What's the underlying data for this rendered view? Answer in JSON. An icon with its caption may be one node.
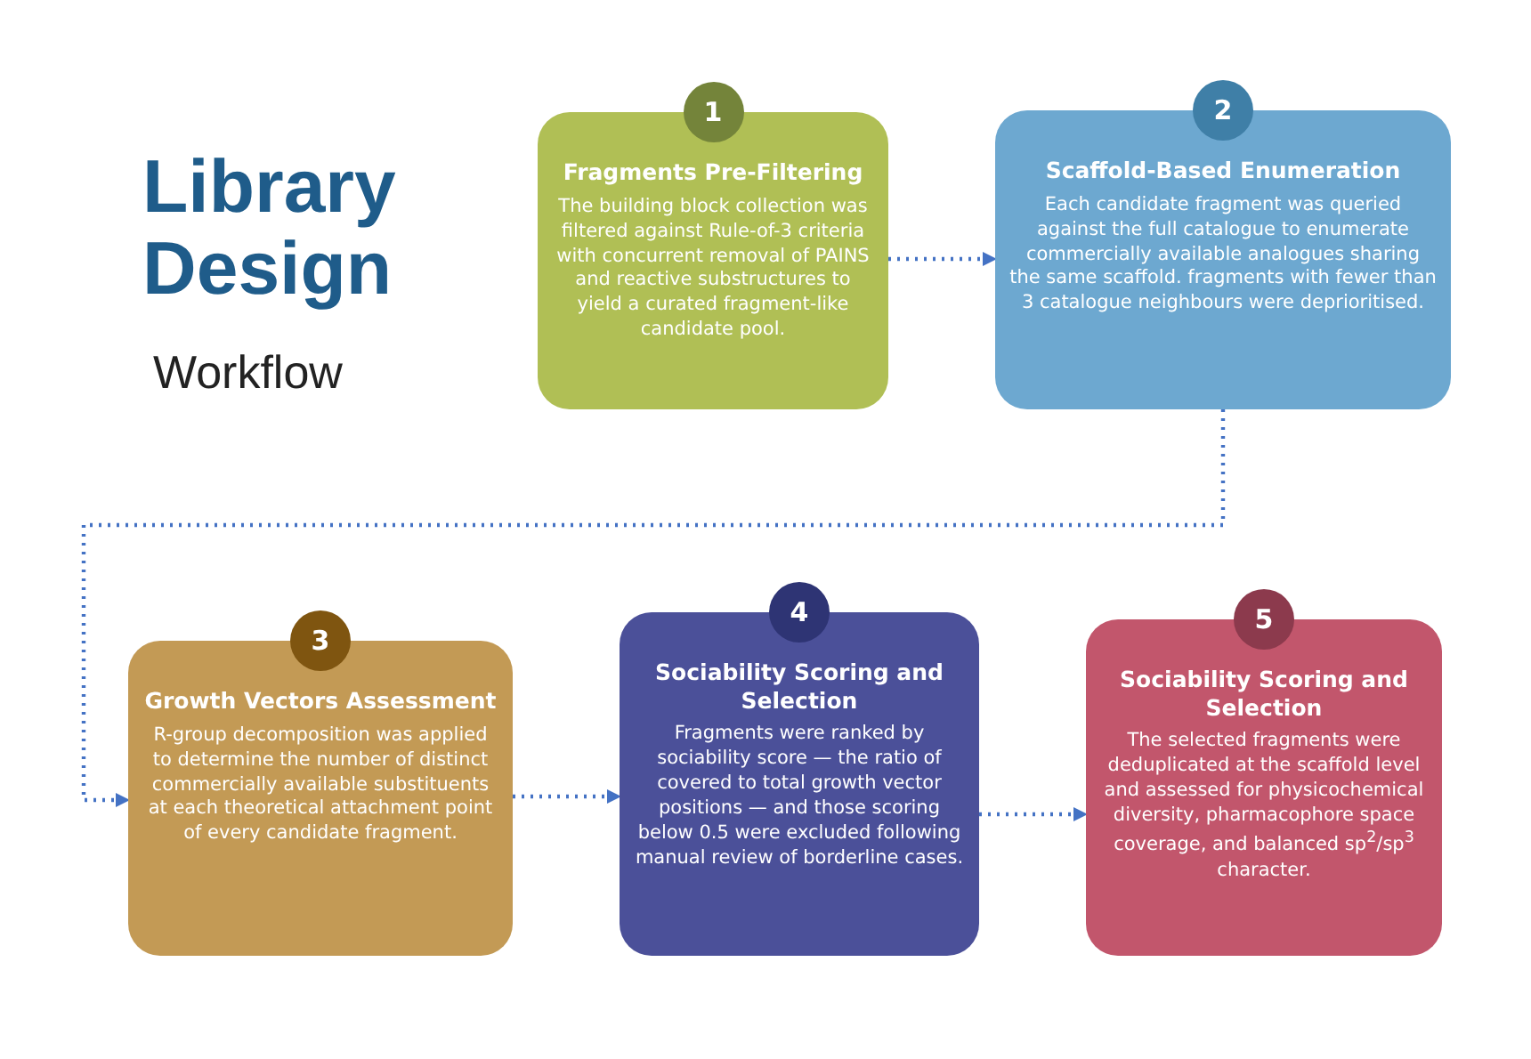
{
  "diagram": {
    "title": "Library Design",
    "nodes": [
      {
        "text": [
          "1"
        ]
      },
      {
        "text": [
          "Fragments Pre-Filtering",
          "The building block collection was filtered against Rule-of-3 criteria with concurrent removal of PAINS and reactive substructures to yield a curated fragment-like candidate pool."
        ]
      },
      {
        "text": [
          "2"
        ]
      },
      {
        "text": [
          "Scaffold-Based Enumeration",
          "Each candidate fragment was queried against the full catalogue to enumerate commercially available analogues sharing the same scaffold. fragments with fewer than 3 catalogue neighbours were deprioritised."
        ]
      },
      {
        "text": [
          "3"
        ]
      },
      {
        "text": [
          "Growth Vectors Assessment",
          "R-group decomposition was applied to determine the number of distinct commercially available substituents at each theoretical attachment point of every candidate fragment."
        ]
      },
      {
        "text": [
          "4"
        ]
      },
      {
        "text": [
          "Sociability Scoring and Selection",
          "Fragments were ranked by sociability score — the ratio of covered to total growth vector positions — and those scoring below 0.5 were excluded following manual review of borderline cases."
        ]
      },
      {
        "text": [
          "5"
        ]
      },
      {
        "text": [
          "Sociability Scoring and Selection",
          "The selected fragments were deduplicated at the scaffold level and assessed for physicochemical diversity, pharmacophore space coverage, and balanced sp$^{2}$/sp$^{3}$ character."
        ]
      }
    ],
    "edges": [
      {
        "from": 1,
        "to": 3,
        "arrow": "to",
        "style": "dashed"
      },
      {
        "from": 3,
        "to": 5,
        "arrow": "to",
        "style": "dashed"
      },
      {
        "from": 5,
        "to": 7,
        "arrow": "to",
        "style": "dashed"
      },
      {
        "from": 7,
        "to": 9,
        "arrow": "to",
        "style": "dashed"
      }
    ],
    "labels": [
      "Workflow"
    ]
  }
}
